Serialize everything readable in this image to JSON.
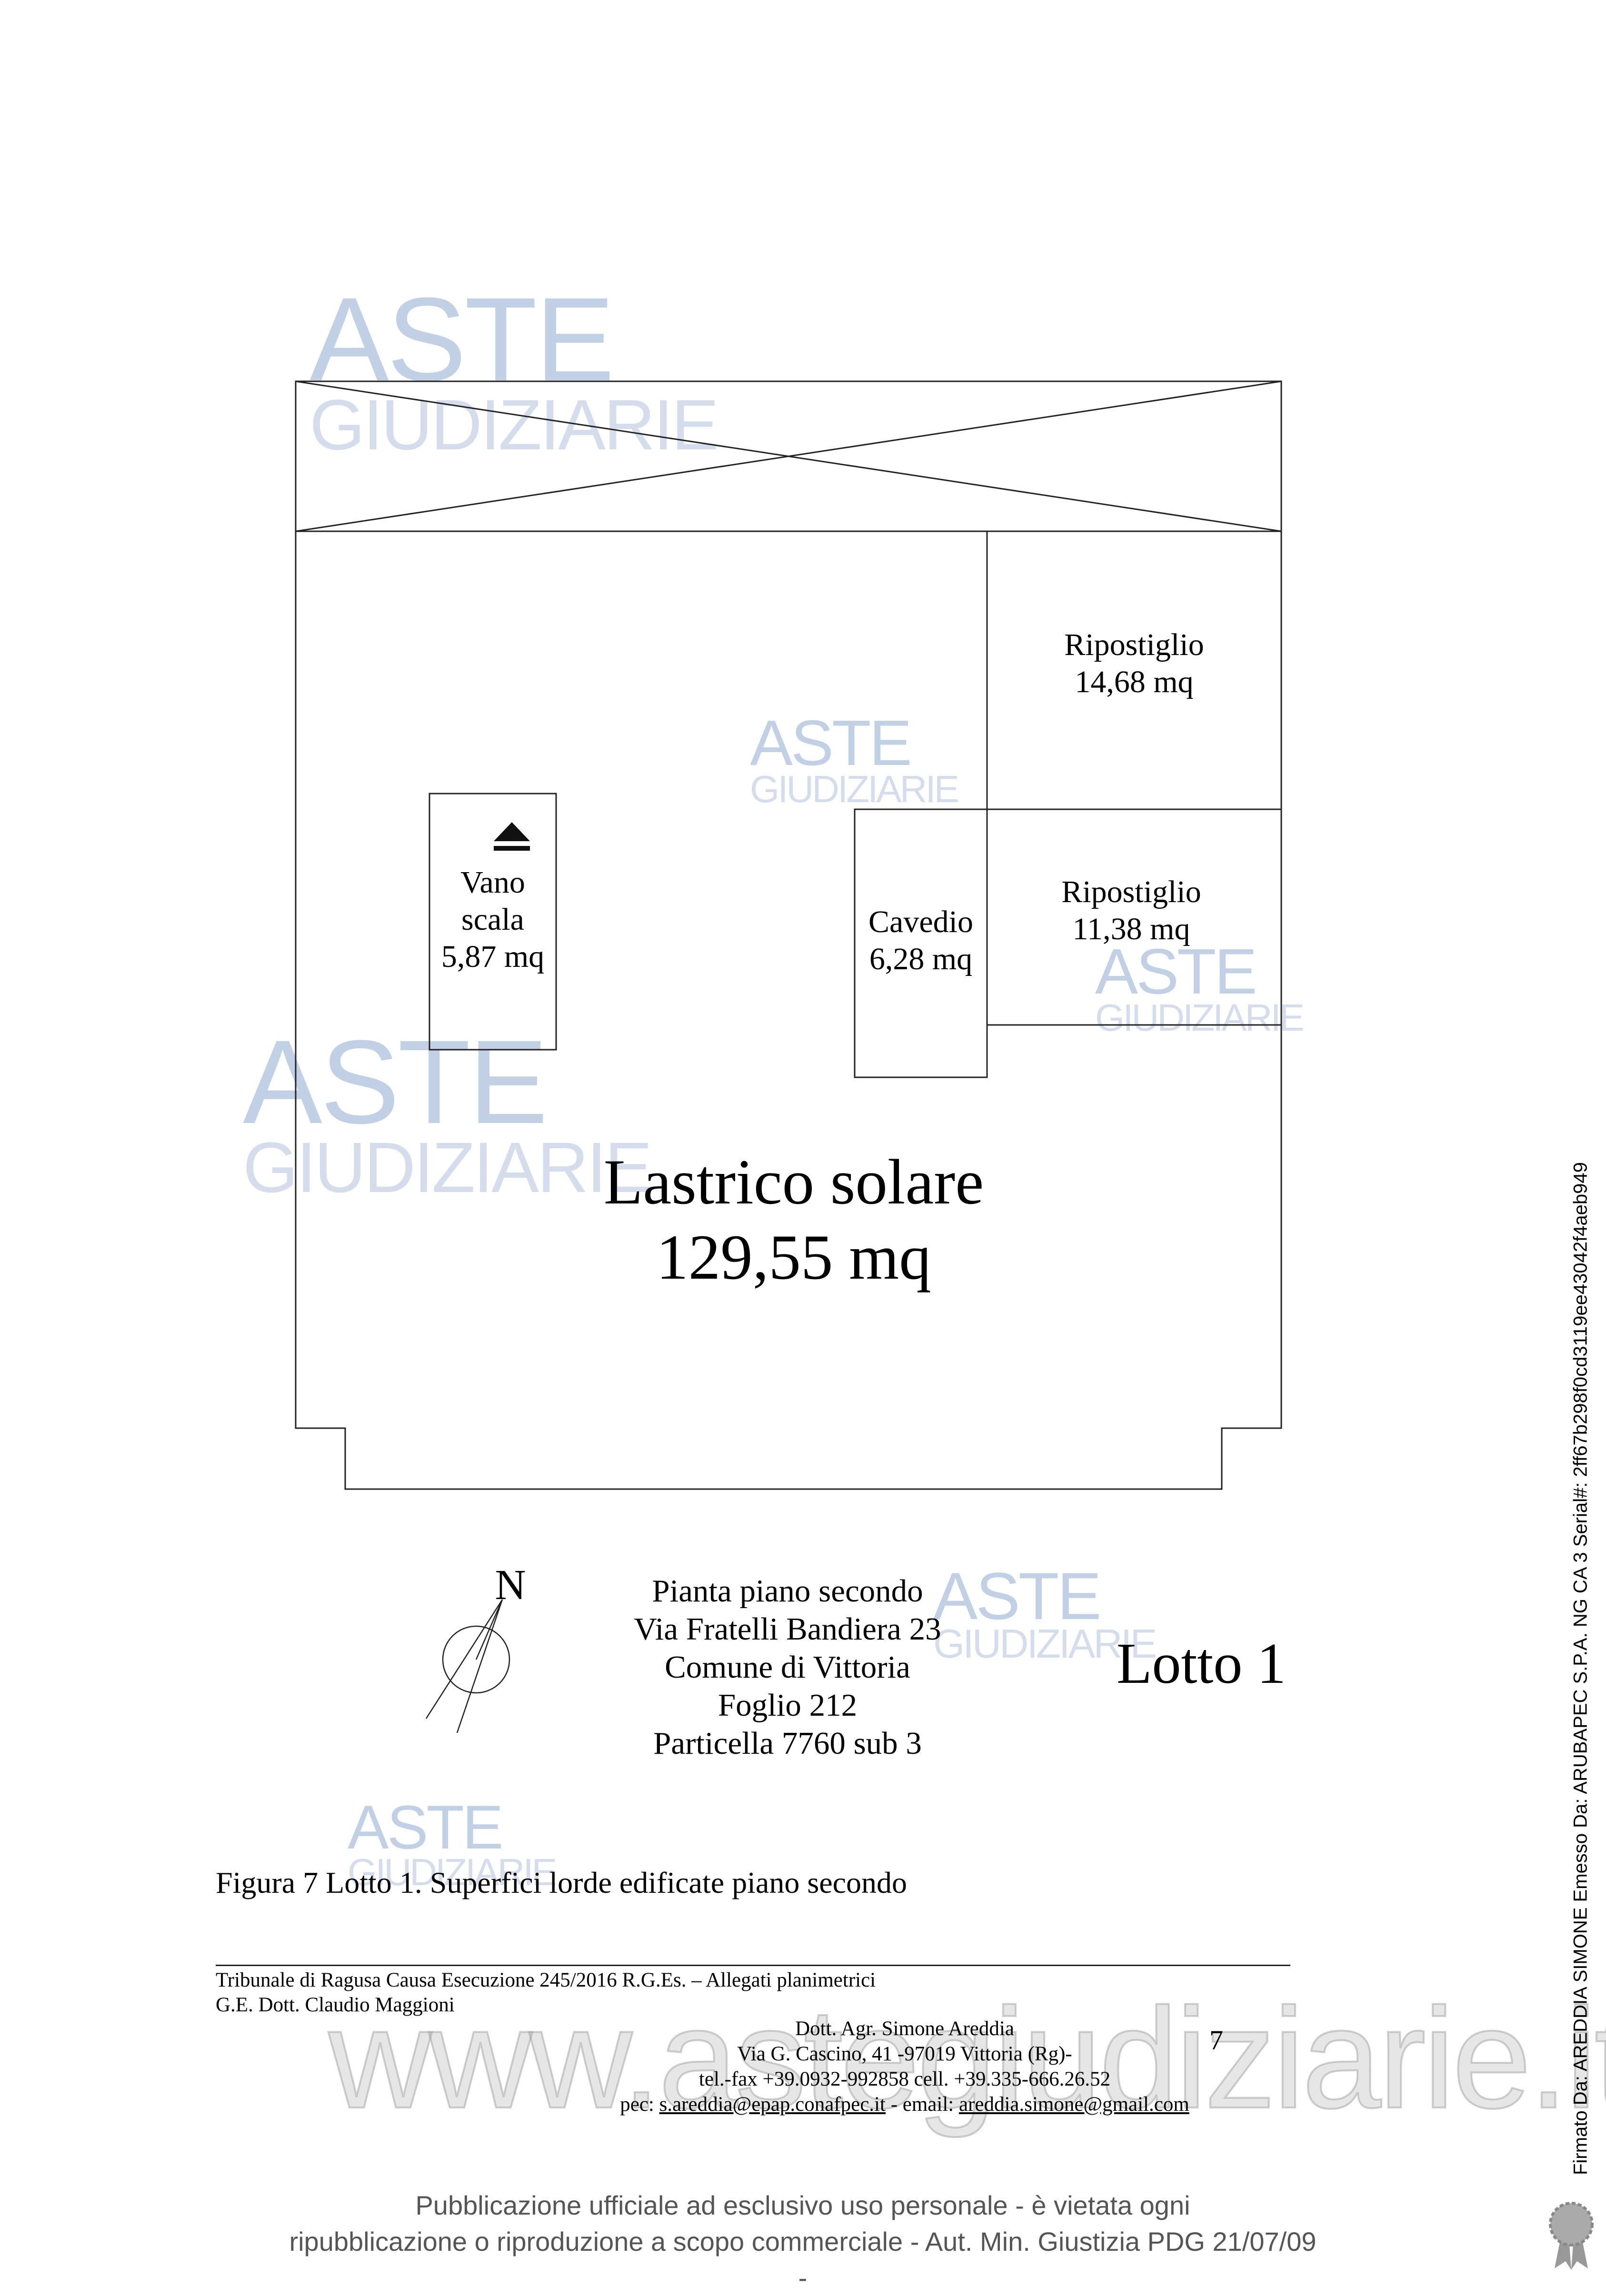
{
  "plan": {
    "rooms": [
      {
        "name": "Ripostiglio",
        "area": "14,68 mq"
      },
      {
        "name": "Ripostiglio",
        "area": "11,38 mq"
      },
      {
        "name": "Cavedio",
        "area": "6,28 mq"
      },
      {
        "name_line1": "Vano",
        "name_line2": "scala",
        "area": "5,87 mq"
      }
    ],
    "main": {
      "name": "Lastrico solare",
      "area": "129,55 mq"
    },
    "north_label": "N"
  },
  "caption": {
    "lines": [
      "Pianta piano secondo",
      "Via Fratelli Bandiera 23",
      "Comune di Vittoria",
      "Foglio 212",
      "Particella 7760 sub 3"
    ],
    "lotto": "Lotto 1"
  },
  "figure_caption": "Figura 7 Lotto 1. Superfici lorde edificate piano secondo",
  "footer": {
    "line1": "Tribunale di Ragusa Causa Esecuzione 245/2016 R.G.Es. – Allegati planimetrici",
    "line2": "G.E. Dott. Claudio Maggioni",
    "name": "Dott. Agr. Simone Areddia",
    "address": "Via G. Cascino, 41 -97019 Vittoria (Rg)-",
    "phone": "tel.-fax +39.0932-992858 cell. +39.335-666.26.52",
    "pec_label": "pec:",
    "pec": "s.areddia@epap.conafpec.it",
    "email_label": " - email:",
    "email": "areddia.simone@gmail.com",
    "page_number": "7"
  },
  "publication": {
    "line1": "Pubblicazione ufficiale ad esclusivo uso personale - è vietata ogni",
    "line2": "ripubblicazione o riproduzione a scopo commerciale - Aut. Min. Giustizia PDG 21/07/09",
    "line3": "-"
  },
  "signature": "Firmato Da: AREDDIA SIMONE Emesso Da: ARUBAPEC S.P.A. NG CA 3 Serial#: 2ff67b298f0cd3119ee43042f4aeb949",
  "watermark": {
    "line1": "ASTE",
    "line2": "GIUDIZIARIE",
    "url": "www.astegiudiziarie.it"
  }
}
